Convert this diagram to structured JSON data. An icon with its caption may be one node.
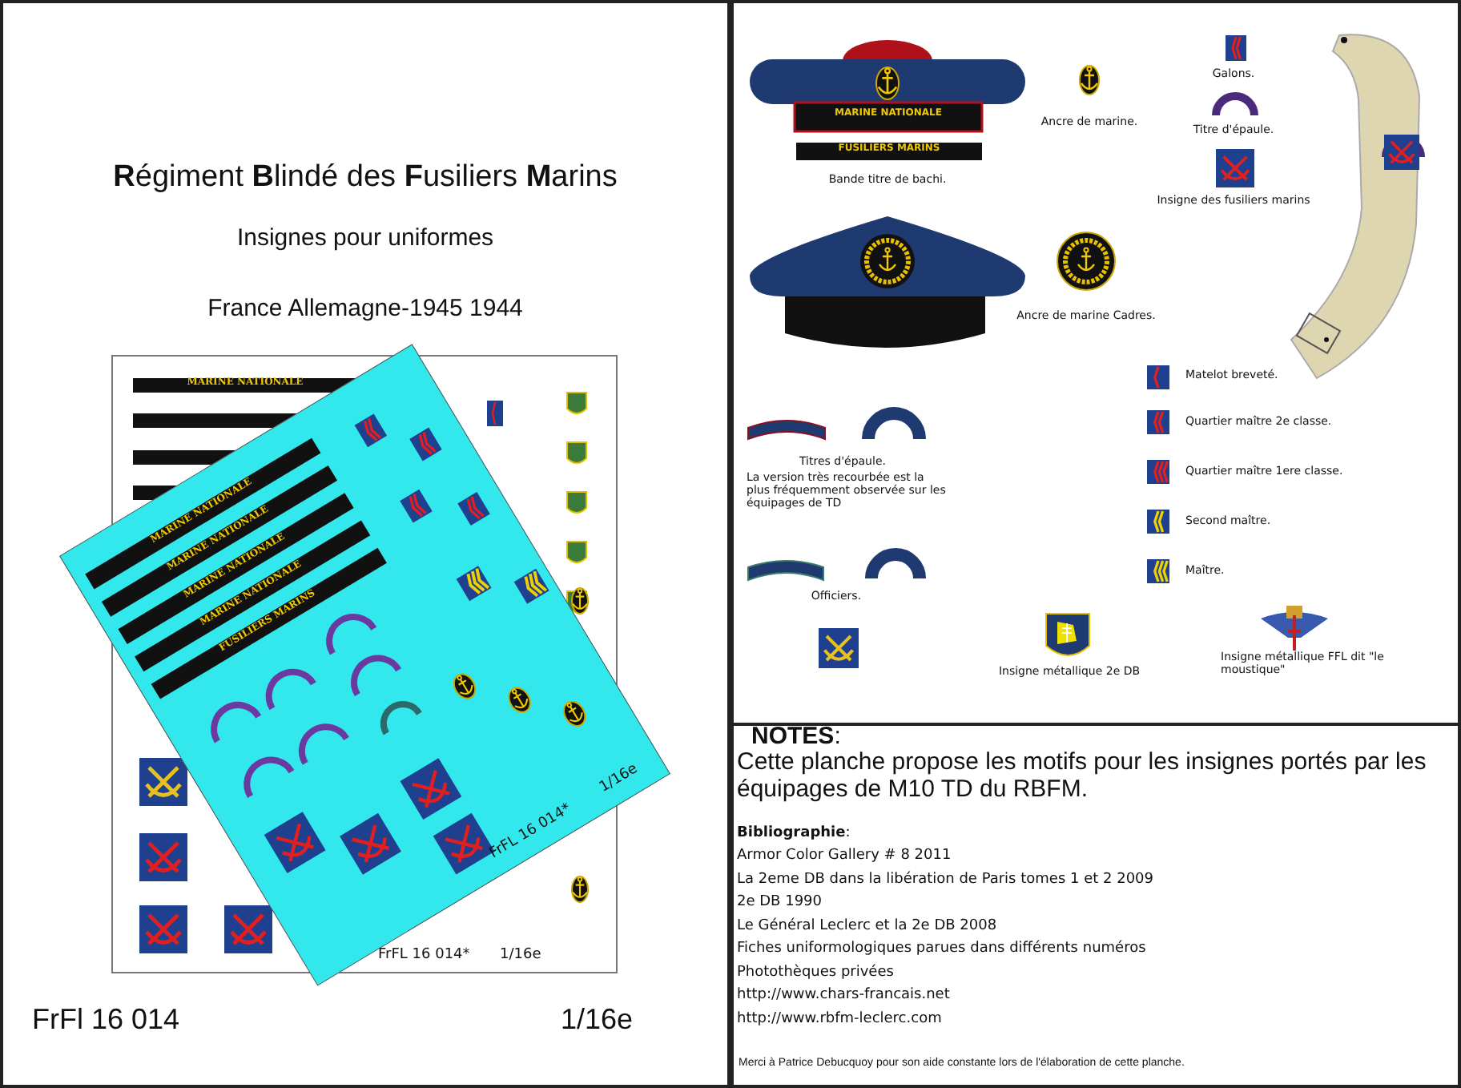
{
  "diagram": {
    "title": "**R**égiment **B**lindé des **F**usiliers **M**arins",
    "labels": [
      "Insignes pour uniformes",
      "France Allemagne-1945 1944",
      "MARINE NATIONALE",
      "FrFL 16 014*",
      "1/16e",
      "MARINE NATIONALE",
      "MARINE NATIONALE",
      "MARINE NATIONALE",
      "MARINE NATIONALE",
      "FUSILIERS MARINS",
      "FrFL 16 014*",
      "1/16e",
      "FrFl 16 014",
      "1/16e",
      "MARINE NATIONALE",
      "FUSILIERS MARINS",
      "Bande titre de bachi.",
      "Ancre de marine.",
      "Galons.",
      "Titre d'épaule.",
      "Insigne des fusiliers marins",
      "Ancre de marine Cadres.",
      "Matelot breveté.",
      "Quartier maître 2e classe.",
      "Quartier maître 1ere classe.",
      "Second maître.",
      "Maître.",
      "Titres d'épaule.",
      "La version très recourbée est la plus fréquemment observée sur les équipages de TD",
      "Officiers.",
      "Insigne métallique 2e DB",
      "Insigne métallique FFL dit \"le moustique\"",
      "**NOTES**:",
      "Cette planche propose les motifs pour les insignes portés par les équipages de M10 TD du RBFM.",
      "**Bibliographie**:",
      "Armor Color Gallery # 8 2011",
      "La 2eme DB dans la libération de Paris tomes 1 et 2 2009",
      "2e DB 1990",
      "Le Général Leclerc et la 2e DB 2008",
      "Fiches uniformologiques parues dans différents numéros",
      "Photothèques privées",
      "http://www.chars-francais.net",
      "http://www.rbfm-leclerc.com",
      "Merci à Patrice Debucquoy pour son aide constante lors de l'élaboration de cette planche."
    ]
  }
}
